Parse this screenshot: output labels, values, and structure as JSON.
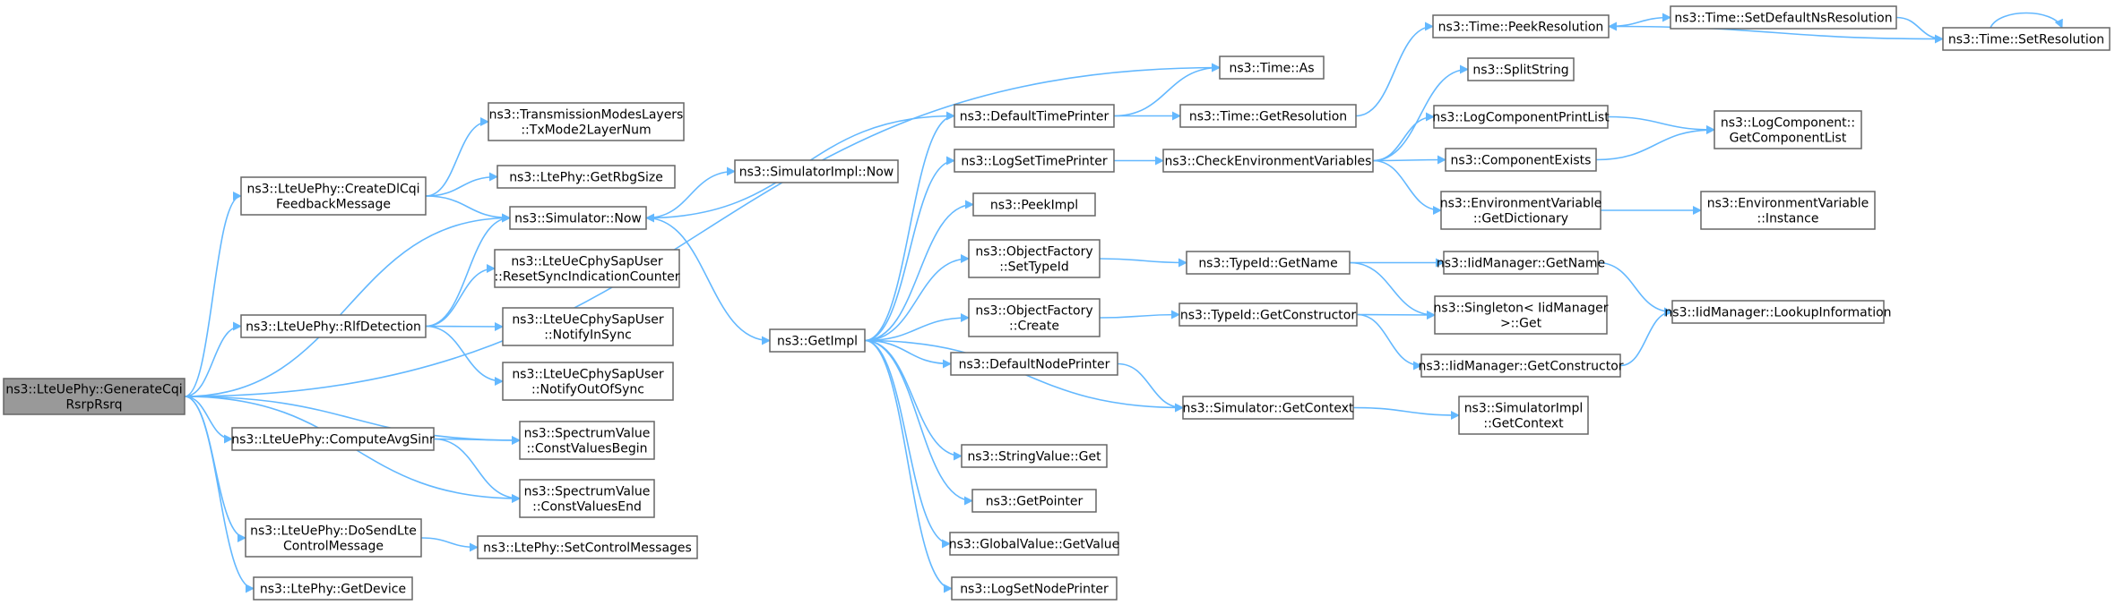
{
  "colors": {
    "edge": "#63b8ff",
    "node_border": "#666666",
    "root_fill": "#999999",
    "node_fill": "#ffffff"
  },
  "nodes": [
    {
      "id": "root",
      "lines": [
        "ns3::LteUePhy::GenerateCqi",
        "RsrpRsrq"
      ],
      "root": true
    },
    {
      "id": "timeAs",
      "lines": [
        "ns3::Time::As"
      ]
    },
    {
      "id": "txMode",
      "lines": [
        "ns3::TransmissionModesLayers",
        "::TxMode2LayerNum"
      ]
    },
    {
      "id": "createDl",
      "lines": [
        "ns3::LteUePhy::CreateDlCqi",
        "FeedbackMessage"
      ]
    },
    {
      "id": "getRbg",
      "lines": [
        "ns3::LtePhy::GetRbgSize"
      ]
    },
    {
      "id": "simNow",
      "lines": [
        "ns3::Simulator::Now"
      ]
    },
    {
      "id": "implNow",
      "lines": [
        "ns3::SimulatorImpl::Now"
      ]
    },
    {
      "id": "resetSync",
      "lines": [
        "ns3::LteUeCphySapUser",
        "::ResetSyncIndicationCounter"
      ]
    },
    {
      "id": "rlf",
      "lines": [
        "ns3::LteUePhy::RlfDetection"
      ]
    },
    {
      "id": "notifyIn",
      "lines": [
        "ns3::LteUeCphySapUser",
        "::NotifyInSync"
      ]
    },
    {
      "id": "notifyOut",
      "lines": [
        "ns3::LteUeCphySapUser",
        "::NotifyOutOfSync"
      ]
    },
    {
      "id": "avgSinr",
      "lines": [
        "ns3::LteUePhy::ComputeAvgSinr"
      ]
    },
    {
      "id": "cvBegin",
      "lines": [
        "ns3::SpectrumValue",
        "::ConstValuesBegin"
      ]
    },
    {
      "id": "cvEnd",
      "lines": [
        "ns3::SpectrumValue",
        "::ConstValuesEnd"
      ]
    },
    {
      "id": "doSend",
      "lines": [
        "ns3::LteUePhy::DoSendLte",
        "ControlMessage"
      ]
    },
    {
      "id": "setCtrl",
      "lines": [
        "ns3::LtePhy::SetControlMessages"
      ]
    },
    {
      "id": "getDevice",
      "lines": [
        "ns3::LtePhy::GetDevice"
      ]
    },
    {
      "id": "getImpl",
      "lines": [
        "ns3::GetImpl"
      ]
    },
    {
      "id": "defTime",
      "lines": [
        "ns3::DefaultTimePrinter"
      ]
    },
    {
      "id": "logSetTime",
      "lines": [
        "ns3::LogSetTimePrinter"
      ]
    },
    {
      "id": "peekImpl",
      "lines": [
        "ns3::PeekImpl"
      ]
    },
    {
      "id": "ofSetType",
      "lines": [
        "ns3::ObjectFactory",
        "::SetTypeId"
      ]
    },
    {
      "id": "ofCreate",
      "lines": [
        "ns3::ObjectFactory",
        "::Create"
      ]
    },
    {
      "id": "defNode",
      "lines": [
        "ns3::DefaultNodePrinter"
      ]
    },
    {
      "id": "strGet",
      "lines": [
        "ns3::StringValue::Get"
      ]
    },
    {
      "id": "getPtr",
      "lines": [
        "ns3::GetPointer"
      ]
    },
    {
      "id": "gvGet",
      "lines": [
        "ns3::GlobalValue::GetValue"
      ]
    },
    {
      "id": "logSetNode",
      "lines": [
        "ns3::LogSetNodePrinter"
      ]
    },
    {
      "id": "getRes",
      "lines": [
        "ns3::Time::GetResolution"
      ]
    },
    {
      "id": "checkEnv",
      "lines": [
        "ns3::CheckEnvironmentVariables"
      ]
    },
    {
      "id": "tidName",
      "lines": [
        "ns3::TypeId::GetName"
      ]
    },
    {
      "id": "tidCtor",
      "lines": [
        "ns3::TypeId::GetConstructor"
      ]
    },
    {
      "id": "simCtx",
      "lines": [
        "ns3::Simulator::GetContext"
      ]
    },
    {
      "id": "peekRes",
      "lines": [
        "ns3::Time::PeekResolution"
      ]
    },
    {
      "id": "setDef",
      "lines": [
        "ns3::Time::SetDefaultNsResolution"
      ]
    },
    {
      "id": "setRes",
      "lines": [
        "ns3::Time::SetResolution"
      ]
    },
    {
      "id": "split",
      "lines": [
        "ns3::SplitString"
      ]
    },
    {
      "id": "logPrint",
      "lines": [
        "ns3::LogComponentPrintList"
      ]
    },
    {
      "id": "compExists",
      "lines": [
        "ns3::ComponentExists"
      ]
    },
    {
      "id": "envDict",
      "lines": [
        "ns3::EnvironmentVariable",
        "::GetDictionary"
      ]
    },
    {
      "id": "logCompList",
      "lines": [
        "ns3::LogComponent::",
        "GetComponentList"
      ]
    },
    {
      "id": "envInst",
      "lines": [
        "ns3::EnvironmentVariable",
        "::Instance"
      ]
    },
    {
      "id": "iidName",
      "lines": [
        "ns3::IidManager::GetName"
      ]
    },
    {
      "id": "singleton",
      "lines": [
        "ns3::Singleton< IidManager",
        " >::Get"
      ]
    },
    {
      "id": "iidCtor",
      "lines": [
        "ns3::IidManager::GetConstructor"
      ]
    },
    {
      "id": "lookup",
      "lines": [
        "ns3::IidManager::LookupInformation"
      ]
    },
    {
      "id": "implCtx",
      "lines": [
        "ns3::SimulatorImpl",
        "::GetContext"
      ]
    }
  ],
  "edges": [
    [
      "root",
      "timeAs"
    ],
    [
      "root",
      "createDl"
    ],
    [
      "root",
      "simNow"
    ],
    [
      "root",
      "rlf"
    ],
    [
      "root",
      "avgSinr"
    ],
    [
      "root",
      "cvBegin"
    ],
    [
      "root",
      "cvEnd"
    ],
    [
      "root",
      "doSend"
    ],
    [
      "root",
      "getDevice"
    ],
    [
      "createDl",
      "txMode"
    ],
    [
      "createDl",
      "getRbg"
    ],
    [
      "createDl",
      "simNow"
    ],
    [
      "rlf",
      "simNow"
    ],
    [
      "rlf",
      "resetSync"
    ],
    [
      "rlf",
      "notifyIn"
    ],
    [
      "rlf",
      "notifyOut"
    ],
    [
      "avgSinr",
      "cvBegin"
    ],
    [
      "avgSinr",
      "cvEnd"
    ],
    [
      "doSend",
      "setCtrl"
    ],
    [
      "simNow",
      "implNow"
    ],
    [
      "simNow",
      "getImpl"
    ],
    [
      "getImpl",
      "defTime"
    ],
    [
      "getImpl",
      "logSetTime"
    ],
    [
      "getImpl",
      "peekImpl"
    ],
    [
      "getImpl",
      "ofSetType"
    ],
    [
      "getImpl",
      "ofCreate"
    ],
    [
      "getImpl",
      "defNode"
    ],
    [
      "getImpl",
      "strGet"
    ],
    [
      "getImpl",
      "getPtr"
    ],
    [
      "getImpl",
      "gvGet"
    ],
    [
      "getImpl",
      "logSetNode"
    ],
    [
      "getImpl",
      "simCtx"
    ],
    [
      "defTime",
      "timeAs"
    ],
    [
      "defTime",
      "getRes"
    ],
    [
      "defTime",
      "simNow"
    ],
    [
      "logSetTime",
      "checkEnv"
    ],
    [
      "ofSetType",
      "tidName"
    ],
    [
      "ofCreate",
      "tidCtor"
    ],
    [
      "defNode",
      "simCtx"
    ],
    [
      "getRes",
      "peekRes"
    ],
    [
      "checkEnv",
      "split"
    ],
    [
      "checkEnv",
      "logPrint"
    ],
    [
      "checkEnv",
      "compExists"
    ],
    [
      "checkEnv",
      "envDict"
    ],
    [
      "tidName",
      "iidName"
    ],
    [
      "tidName",
      "singleton"
    ],
    [
      "tidCtor",
      "singleton"
    ],
    [
      "tidCtor",
      "iidCtor"
    ],
    [
      "simCtx",
      "implCtx"
    ],
    [
      "peekRes",
      "setDef"
    ],
    [
      "setDef",
      "setRes"
    ],
    [
      "setRes",
      "peekRes"
    ],
    [
      "setRes",
      "setRes"
    ],
    [
      "logPrint",
      "logCompList"
    ],
    [
      "compExists",
      "logCompList"
    ],
    [
      "envDict",
      "envInst"
    ],
    [
      "iidName",
      "lookup"
    ],
    [
      "iidCtor",
      "lookup"
    ]
  ]
}
